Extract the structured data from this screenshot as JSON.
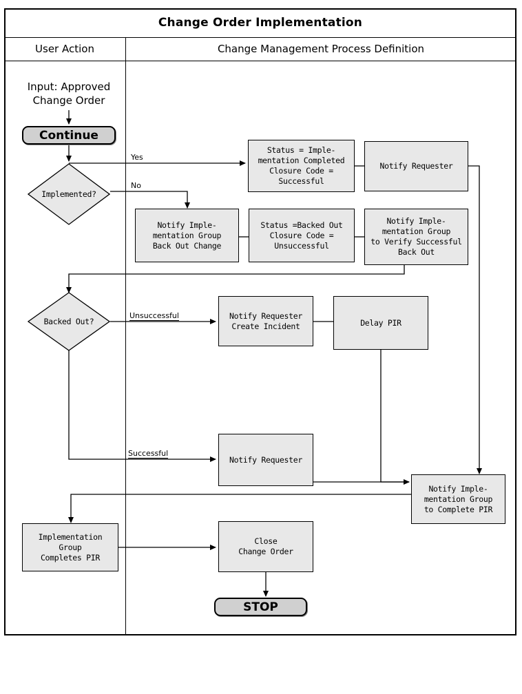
{
  "document": {
    "title": "Change Order Implementation",
    "columns": [
      {
        "label": "User Action"
      },
      {
        "label": "Change Management Process Definition"
      }
    ]
  },
  "flow": {
    "input_label": "Input: Approved\nChange Order",
    "start_terminator": "Continue",
    "end_terminator": "STOP",
    "decisions": [
      {
        "id": "implemented",
        "label": "Implemented?"
      },
      {
        "id": "backed-out",
        "label": "Backed Out?"
      }
    ],
    "edge_labels": [
      {
        "id": "yes",
        "label": "Yes"
      },
      {
        "id": "no",
        "label": "No"
      },
      {
        "id": "unsuccessful",
        "label": "Unsuccessful"
      },
      {
        "id": "successful",
        "label": "Successful"
      }
    ],
    "processes": [
      {
        "id": "status-implementation-completed",
        "label": "Status = Imple-\nmentation Completed\nClosure Code =\nSuccessful"
      },
      {
        "id": "notify-requester-1",
        "label": "Notify Requester"
      },
      {
        "id": "notify-impl-group-back-out",
        "label": "Notify Imple-\nmentation Group\nBack Out Change"
      },
      {
        "id": "status-backed-out",
        "label": "Status =Backed Out\nClosure Code =\nUnsuccessful"
      },
      {
        "id": "notify-impl-group-verify",
        "label": "Notify Imple-\nmentation Group\nto Verify Successful\nBack Out"
      },
      {
        "id": "notify-requester-create-incident",
        "label": "Notify Requester\nCreate Incident"
      },
      {
        "id": "delay-pir",
        "label": "Delay PIR"
      },
      {
        "id": "notify-requester-2",
        "label": "Notify Requester"
      },
      {
        "id": "notify-impl-group-complete-pir",
        "label": "Notify Imple-\nmentation Group\nto Complete PIR"
      },
      {
        "id": "impl-group-completes-pir",
        "label": "Implementation\nGroup\nCompletes PIR"
      },
      {
        "id": "close-change-order",
        "label": "Close\nChange Order"
      }
    ]
  },
  "colors": {
    "node_fill": "#e8e8e8",
    "terminator_fill": "#d0d0d0",
    "stroke": "#000000",
    "background": "#ffffff"
  }
}
